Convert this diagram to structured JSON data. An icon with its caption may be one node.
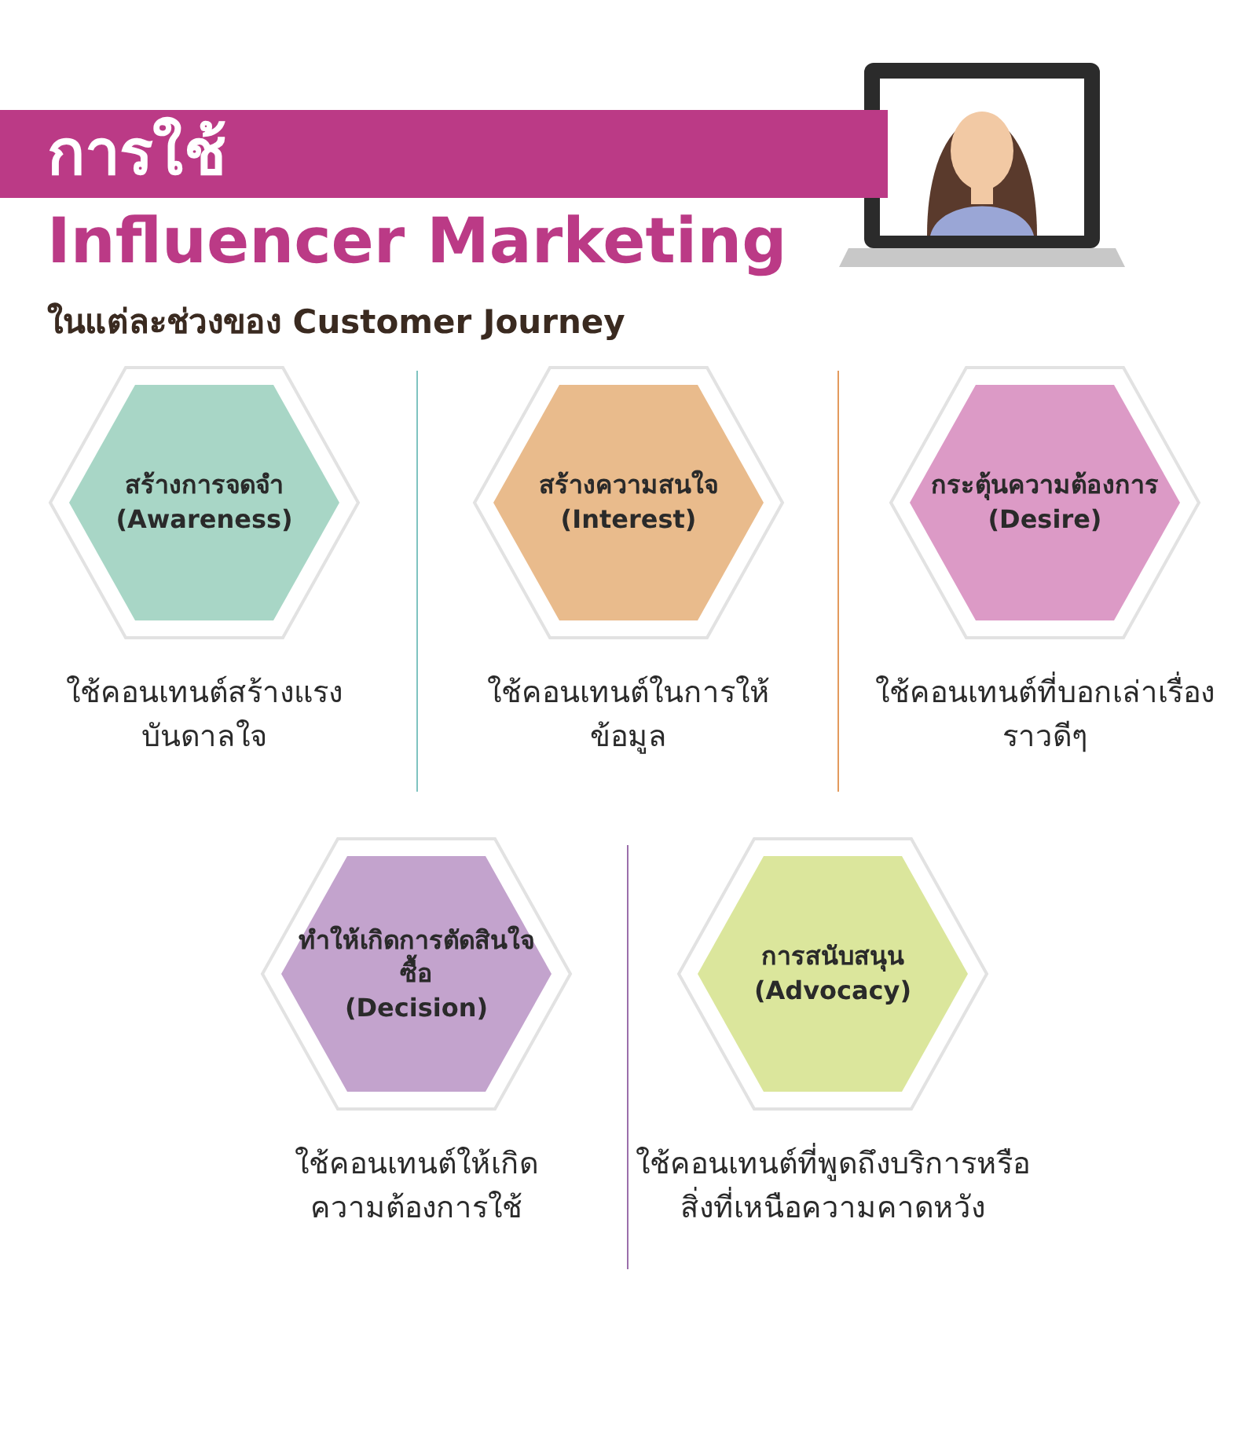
{
  "diagram": {
    "title": "การใช้ Influencer Marketing",
    "nodes": [
      {
        "text": [
          "สร้างการจดจำ",
          "(Awareness)"
        ],
        "beside": [
          "ใช้คอนเทนต์สร้างแรงบันดาลใจ"
        ]
      },
      {
        "text": [
          "สร้างความสนใจ",
          "(Interest)"
        ],
        "beside": [
          "ใช้คอนเทนต์ในการให้ข้อมูล"
        ]
      },
      {
        "text": [
          "กระตุ้นความต้องการ",
          "(Desire)"
        ],
        "beside": [
          "ใช้คอนเทนต์ที่บอกเล่าเรื่องราวดีๆ"
        ]
      },
      {
        "text": [
          "ทำให้เกิดการตัดสินใจซื้อ",
          "(Decision)"
        ],
        "beside": [
          "ใช้คอนเทนต์ให้เกิดความต้องการใช้"
        ]
      },
      {
        "text": [
          "การสนับสนุน",
          "(Advocacy)"
        ],
        "beside": [
          "ใช้คอนเทนต์ที่พูดถึงบริการหรือสิ่งที่เหนือความคาดหวัง"
        ]
      }
    ],
    "labels": [
      "ในแต่ละช่วงของ Customer Journey"
    ]
  }
}
